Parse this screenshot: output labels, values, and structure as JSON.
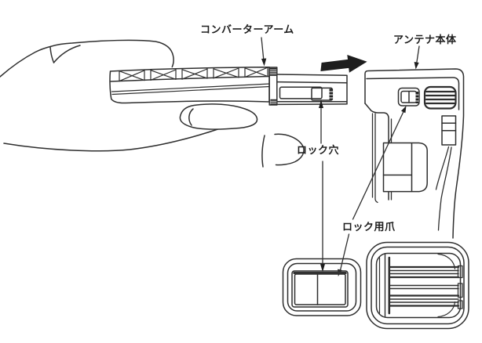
{
  "diagram": {
    "labels": {
      "converter_arm": "コンバーターアーム",
      "antenna_body": "アンテナ本体",
      "lock_hole": "ロック穴",
      "lock_claw": "ロック用爪"
    },
    "colors": {
      "background": "#ffffff",
      "line": "#2e2e2e",
      "arrow": "#1d1d1d"
    }
  }
}
